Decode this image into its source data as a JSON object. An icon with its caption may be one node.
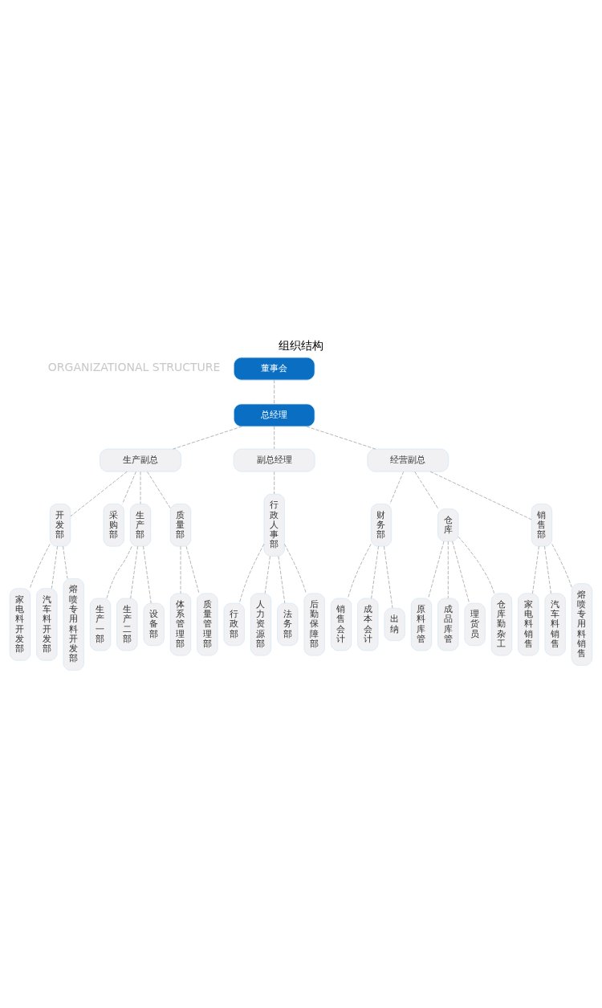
{
  "diagram": {
    "title": "组织结构",
    "nodes": [
      {
        "text": [
          "董事会"
        ]
      },
      {
        "text": [
          "总经理"
        ]
      },
      {
        "text": [
          "生产副总"
        ]
      },
      {
        "text": [
          "副总经理"
        ]
      },
      {
        "text": [
          "经营副总"
        ]
      },
      {
        "text": [
          "开发部"
        ]
      },
      {
        "text": [
          "采购部"
        ]
      },
      {
        "text": [
          "生产部"
        ]
      },
      {
        "text": [
          "质量部"
        ]
      },
      {
        "text": [
          "行政人事部"
        ]
      },
      {
        "text": [
          "财务部"
        ]
      },
      {
        "text": [
          "仓库"
        ]
      },
      {
        "text": [
          "销售部"
        ]
      },
      {
        "text": [
          "家电料开发部"
        ]
      },
      {
        "text": [
          "汽车料开发部"
        ]
      },
      {
        "text": [
          "熔喷专用料开发部"
        ]
      },
      {
        "text": [
          "体系管理部"
        ]
      },
      {
        "text": [
          "质量管理部"
        ]
      },
      {
        "text": [
          "行政部"
        ]
      },
      {
        "text": [
          "人力资源部"
        ]
      },
      {
        "text": [
          "法务部"
        ]
      },
      {
        "text": [
          "后勤保障部"
        ]
      },
      {
        "text": [
          "销售会计"
        ]
      },
      {
        "text": [
          "成本会计"
        ]
      },
      {
        "text": [
          "出纳"
        ]
      },
      {
        "text": [
          "生产一部"
        ]
      },
      {
        "text": [
          "生产二部"
        ]
      },
      {
        "text": [
          "设备部"
        ]
      },
      {
        "text": [
          "原料库管"
        ]
      },
      {
        "text": [
          "成品库管"
        ]
      },
      {
        "text": [
          "理货员"
        ]
      },
      {
        "text": [
          "仓库勤杂工"
        ]
      },
      {
        "text": [
          "家电料销售"
        ]
      },
      {
        "text": [
          "汽车料销售"
        ]
      },
      {
        "text": [
          "熔喷专用料销售"
        ]
      }
    ],
    "edges": [
      {
        "from": 0,
        "to": 1,
        "arrow": "none"
      },
      {
        "from": 1,
        "to": 2,
        "arrow": "none"
      },
      {
        "from": 1,
        "to": 3,
        "arrow": "none"
      },
      {
        "from": 1,
        "to": 4,
        "arrow": "none"
      },
      {
        "from": 2,
        "to": 5,
        "arrow": "none"
      },
      {
        "from": 2,
        "to": 6,
        "arrow": "none"
      },
      {
        "from": 2,
        "to": 7,
        "arrow": "none"
      },
      {
        "from": 2,
        "to": 8,
        "arrow": "none"
      },
      {
        "from": 3,
        "to": 9,
        "arrow": "none"
      },
      {
        "from": 4,
        "to": 10,
        "arrow": "none"
      },
      {
        "from": 4,
        "to": 11,
        "arrow": "none"
      },
      {
        "from": 4,
        "to": 12,
        "arrow": "none"
      },
      {
        "from": 5,
        "to": 13,
        "arrow": "none"
      },
      {
        "from": 5,
        "to": 14,
        "arrow": "none"
      },
      {
        "from": 5,
        "to": 15,
        "arrow": "none"
      },
      {
        "from": 8,
        "to": 16,
        "arrow": "none"
      },
      {
        "from": 8,
        "to": 17,
        "arrow": "none"
      },
      {
        "from": 9,
        "to": 18,
        "arrow": "none"
      },
      {
        "from": 9,
        "to": 19,
        "arrow": "none"
      },
      {
        "from": 9,
        "to": 20,
        "arrow": "none"
      },
      {
        "from": 9,
        "to": 21,
        "arrow": "none"
      },
      {
        "from": 10,
        "to": 22,
        "arrow": "none"
      },
      {
        "from": 10,
        "to": 23,
        "arrow": "none"
      },
      {
        "from": 10,
        "to": 24,
        "arrow": "none"
      },
      {
        "from": 7,
        "to": 25,
        "arrow": "none"
      },
      {
        "from": 7,
        "to": 26,
        "arrow": "none"
      },
      {
        "from": 7,
        "to": 27,
        "arrow": "none"
      },
      {
        "from": 11,
        "to": 28,
        "arrow": "none"
      },
      {
        "from": 11,
        "to": 29,
        "arrow": "none"
      },
      {
        "from": 11,
        "to": 30,
        "arrow": "none"
      },
      {
        "from": 11,
        "to": 31,
        "arrow": "none"
      },
      {
        "from": 12,
        "to": 32,
        "arrow": "none"
      },
      {
        "from": 12,
        "to": 33,
        "arrow": "none"
      },
      {
        "from": 12,
        "to": 34,
        "arrow": "none"
      }
    ],
    "labels": [
      "ORGANIZATIONAL STRUCTURE"
    ]
  }
}
